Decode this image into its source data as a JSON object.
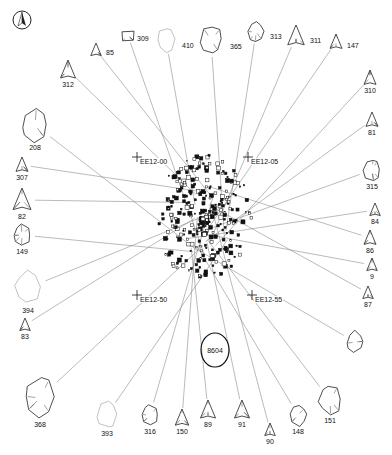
{
  "diagram": {
    "labels": [
      "85",
      "309",
      "410",
      "365",
      "313",
      "311",
      "147",
      "310",
      "81",
      "315",
      "84",
      "86",
      "9",
      "87",
      "151",
      "148",
      "90",
      "91",
      "89",
      "150",
      "316",
      "393",
      "368",
      "83",
      "394",
      "149",
      "82",
      "307",
      "208",
      "312",
      "EE12-00",
      "EE12-05",
      "EE12-50",
      "EE12-55",
      "8604"
    ]
  }
}
